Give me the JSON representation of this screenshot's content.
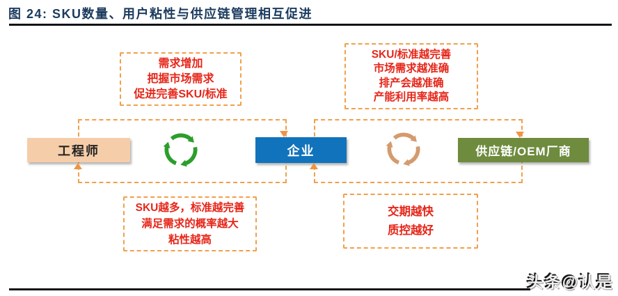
{
  "title": {
    "text": "图 24: SKU数量、用户粘性与供应链管理相互促进"
  },
  "entities": {
    "engineer": "工程师",
    "company": "企业",
    "supply_chain": "供应链/OEM厂商"
  },
  "callouts": {
    "top_left": {
      "lines": [
        "需求增加",
        "把握市场需求",
        "促进完善SKU/标准"
      ]
    },
    "top_right": {
      "lines": [
        "SKU/标准越完善",
        "市场需求越准确",
        "排产会越准确",
        "产能利用率越高"
      ]
    },
    "bottom_left": {
      "lines": [
        "SKU越多，标准越完善",
        "满足需求的概率越大",
        "粘性越高"
      ]
    },
    "bottom_right": {
      "lines": [
        "交期越快",
        "质控越好"
      ]
    }
  },
  "icons": {
    "left_cycle": "cycle-arrows-green",
    "right_cycle": "cycle-arrows-tan"
  },
  "watermark": "头条@认是",
  "colors": {
    "title_navy": "#1b3a5e",
    "callout_red": "#e62619",
    "dashed_orange": "#f0a04b",
    "arrowhead_orange": "#ef9443",
    "engineer_fill": "#f6cda9",
    "company_fill": "#1173bc",
    "supply_fill": "#6e8b3e",
    "green_cycle": "#2b9e2b",
    "tan_cycle": "#d49b6e"
  }
}
